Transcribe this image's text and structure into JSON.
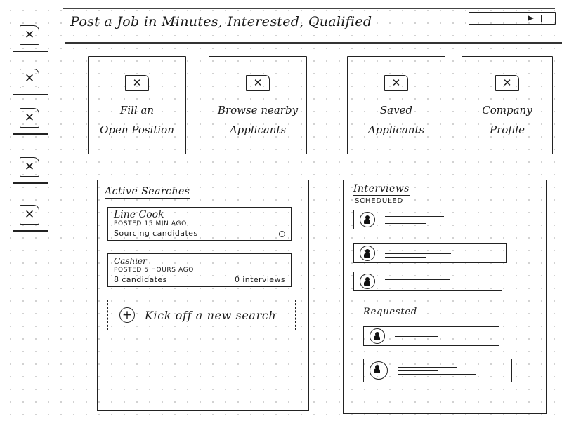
{
  "header": {
    "title": "Post a Job in Minutes, Interested, Qualified",
    "media_control": {
      "icons": [
        "play-icon",
        "pipe-icon"
      ]
    }
  },
  "sidebar": {
    "items": [
      {
        "icon": "placeholder-image-icon",
        "glyph": "✕"
      },
      {
        "icon": "placeholder-image-icon",
        "glyph": "✕"
      },
      {
        "icon": "placeholder-image-icon",
        "glyph": "✕"
      },
      {
        "icon": "placeholder-image-icon",
        "glyph": "✕"
      },
      {
        "icon": "placeholder-image-icon",
        "glyph": "✕"
      }
    ]
  },
  "tiles": [
    {
      "label": "Fill an\nOpen Position",
      "icon_glyph": "✕"
    },
    {
      "label": "Browse nearby\nApplicants",
      "icon_glyph": "✕"
    },
    {
      "label": "Saved\nApplicants",
      "icon_glyph": "✕"
    },
    {
      "label": "Company\nProfile",
      "icon_glyph": "✕"
    }
  ],
  "active_searches": {
    "title": "Active Searches",
    "items": [
      {
        "title": "Line Cook",
        "posted": "Posted 15 min ago",
        "status": "Sourcing candidates",
        "status_icon": "clock-icon"
      },
      {
        "title": "Cashier",
        "posted": "Posted 5 hours ago",
        "candidates": "8 candidates",
        "interviews": "0 interviews"
      }
    ],
    "new_search": {
      "icon_glyph": "+",
      "label": "Kick off a new search"
    }
  },
  "interviews": {
    "title": "Interviews",
    "scheduled_label": "Scheduled",
    "requested_label": "Requested",
    "scheduled_count": 3,
    "requested_count": 2
  }
}
